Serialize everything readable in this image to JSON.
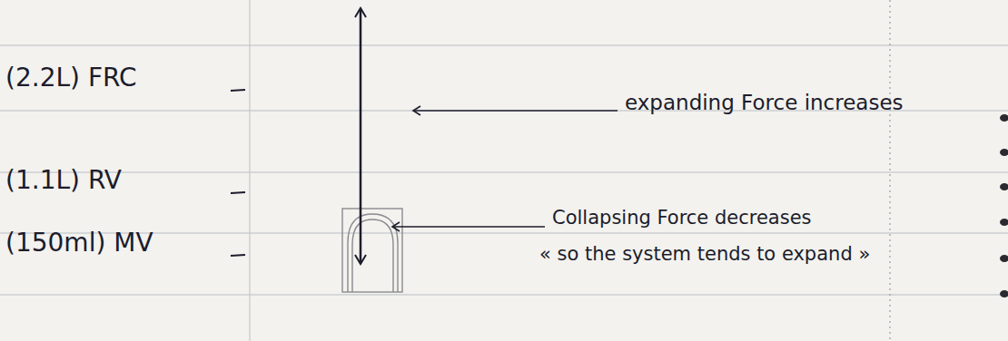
{
  "diagram": {
    "labels": [
      "(2.2L) FRC",
      "(1.1L) RV",
      "(150ml) MV",
      "expanding Force increases",
      "Collapsing Force decreases",
      "« so the system tends to expand »"
    ]
  }
}
